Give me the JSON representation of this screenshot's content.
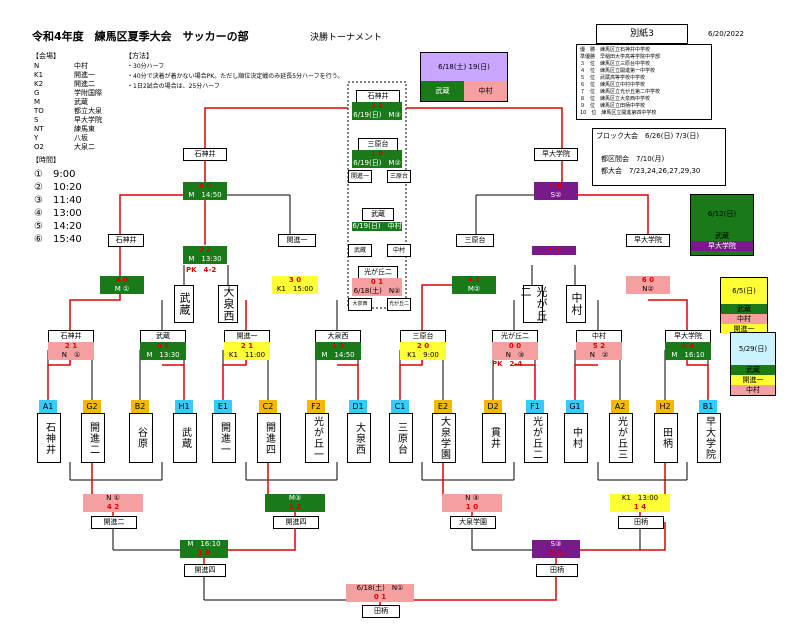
{
  "header": {
    "title": "令和4年度　練馬区夏季大会　サッカーの部",
    "subtitle": "決勝トーナメント",
    "attachment": "別紙3",
    "date": "6/20/2022"
  },
  "venues": {
    "heading": "【会場】",
    "items": [
      {
        "code": "N",
        "name": "中村"
      },
      {
        "code": "K1",
        "name": "開進一"
      },
      {
        "code": "K2",
        "name": "開進二"
      },
      {
        "code": "G",
        "name": "学附国際"
      },
      {
        "code": "M",
        "name": "武蔵"
      },
      {
        "code": "TO",
        "name": "都立大泉"
      },
      {
        "code": "S",
        "name": "早大学院"
      },
      {
        "code": "NT",
        "name": "練馬東"
      },
      {
        "code": "Y",
        "name": "八坂"
      },
      {
        "code": "O2",
        "name": "大泉二"
      }
    ]
  },
  "method": {
    "heading": "【方法】",
    "lines": [
      "・30分ハーフ",
      "・40分で決着が着かない場合PK。ただし順位決定戦のみ延長5分ハーフを行う。",
      "・1日2試合の場合は、25分ハーフ"
    ]
  },
  "times": {
    "heading": "【時間】",
    "items": [
      {
        "n": "①",
        "t": "9:00"
      },
      {
        "n": "②",
        "t": "10:20"
      },
      {
        "n": "③",
        "t": "11:40"
      },
      {
        "n": "④",
        "t": "13:00"
      },
      {
        "n": "⑤",
        "t": "14:20"
      },
      {
        "n": "⑥",
        "t": "15:40"
      }
    ]
  },
  "rankings": {
    "lines": [
      "優　勝　練馬区立石神井中学校",
      "準優勝　早稲田大学高等学院中学部",
      "３　位　練馬区立三原台中学校",
      "４　位　練馬区立開進第一中学校",
      "５　位　武蔵高等学校中学校",
      "６　位　練馬区立中村中学校",
      "７　位　練馬区立光が丘第二中学校",
      "８　位　練馬区立大泉西中学校",
      "９　位　練馬区立田柄中学校",
      "10　位　練馬区立開進第四中学校"
    ]
  },
  "schedule": {
    "block": "ブロック大会　6/26(日)  7/3(日)",
    "ward": "都区間会　7/10(月)",
    "metro": "都大会　7/23,24,26,27,29,30"
  },
  "legend": {
    "final_date": "6/18(土)  19(日)",
    "final_left": "武蔵",
    "final_right": "中村",
    "d612": "6/12(日)",
    "d612_a": "武蔵",
    "d612_b": "早大学院",
    "d65": "6/5(日)",
    "d65_a": "武蔵",
    "d65_b": "中村",
    "d65_c": "開進一",
    "d529": "5/29(日)",
    "d529_a": "武蔵",
    "d529_b": "開進一",
    "d529_c": "中村"
  },
  "teams": [
    {
      "seed": "A1",
      "name": "石神井",
      "color": "#33ccff"
    },
    {
      "seed": "G2",
      "name": "開進二",
      "color": "#f5b800"
    },
    {
      "seed": "B2",
      "name": "谷原",
      "color": "#f5b800"
    },
    {
      "seed": "H1",
      "name": "武蔵",
      "color": "#33ccff"
    },
    {
      "seed": "E1",
      "name": "開進一",
      "color": "#33ccff"
    },
    {
      "seed": "C2",
      "name": "開進四",
      "color": "#f5b800"
    },
    {
      "seed": "F2",
      "name": "光が丘一",
      "color": "#f5b800"
    },
    {
      "seed": "D1",
      "name": "大泉西",
      "color": "#33ccff"
    },
    {
      "seed": "C1",
      "name": "三原台",
      "color": "#33ccff"
    },
    {
      "seed": "E2",
      "name": "大泉学園",
      "color": "#f5b800"
    },
    {
      "seed": "D2",
      "name": "貫井",
      "color": "#f5b800"
    },
    {
      "seed": "F1",
      "name": "光が丘二",
      "color": "#33ccff"
    },
    {
      "seed": "G1",
      "name": "中村",
      "color": "#33ccff"
    },
    {
      "seed": "A2",
      "name": "光が丘三",
      "color": "#f5b800"
    },
    {
      "seed": "H2",
      "name": "田柄",
      "color": "#f5b800"
    },
    {
      "seed": "B1",
      "name": "早大学院",
      "color": "#33ccff"
    }
  ],
  "r1": [
    {
      "winner": "石神井",
      "score": "2 1",
      "info": "N　①",
      "color": "#f4a0a0"
    },
    {
      "winner": "武蔵",
      "score": "0 5",
      "info": "M　13:30",
      "color": "#1a7a1a"
    },
    {
      "winner": "開進一",
      "score": "2 1",
      "info": "K1　11:00",
      "color": "#ffff33"
    },
    {
      "winner": "大泉西",
      "score": "1 3",
      "info": "M　14:50",
      "color": "#1a7a1a"
    },
    {
      "winner": "三原台",
      "score": "2 0",
      "info": "K1　9:00",
      "color": "#ffff33"
    },
    {
      "winner": "光が丘二",
      "score": "0 0",
      "info": "N　③",
      "color": "#f4a0a0",
      "pk": "PK　2-4"
    },
    {
      "winner": "中村",
      "score": "5 2",
      "info": "N　②",
      "color": "#f4a0a0"
    },
    {
      "winner": "早大学院",
      "score": "0 4",
      "info": "M　16:10",
      "color": "#1a7a1a"
    }
  ],
  "r2": [
    {
      "info": "M ①",
      "score": "4 0",
      "color": "#f4a0a0"
    },
    {
      "info": "M　13:30",
      "score": "2 2",
      "color": "#1a7a1a",
      "pk": "PK　4-2"
    },
    {
      "info": "K1　15:00",
      "score": "3 0",
      "color": "#ffff33"
    },
    {
      "info": "M②",
      "score": "4 1",
      "color": "#1a7a1a"
    },
    {
      "info": "",
      "score": "1 1",
      "color": "#7a1a8a"
    },
    {
      "info": "N②",
      "score": "6 0",
      "color": "#f4a0a0"
    }
  ],
  "r2_labels": [
    "石神井",
    "関進一",
    "三原台",
    "早大学院"
  ],
  "r2_vertical": [
    "武蔵",
    "大泉西",
    "光が丘二",
    "中村"
  ],
  "r3": [
    {
      "info": "M　14:50",
      "score": "4 0",
      "color": "#1a7a1a"
    },
    {
      "info": "S②",
      "score": "0 4",
      "color": "#7a1a8a"
    }
  ],
  "r3_labels": [
    "石神井",
    "早大学院"
  ],
  "sf": {
    "label": "石神井",
    "info": "6/19(日)　M③",
    "score": "2 1",
    "third": "三原台",
    "third_info": "6/19(日)　M②",
    "third_score": "1 0",
    "third_left": "開進一",
    "third_right": "三原台",
    "fifth": "武蔵",
    "fifth_info": "6/19(日)　中村",
    "fifth_left": "武蔵",
    "fifth_right": "中村",
    "seventh": "光が丘二",
    "seventh_info": "6/18(土)　N②",
    "seventh_score": "0 1",
    "seventh_left": "大泉西",
    "seventh_right": "光が丘二"
  },
  "consolation": [
    {
      "info": "N ①",
      "score": "4 2",
      "color": "#f4a0a0",
      "winner": "開進二"
    },
    {
      "info": "M③",
      "score": "1 2",
      "color": "#1a7a1a",
      "winner": "開進四"
    },
    {
      "info": "N ③",
      "score": "1 0",
      "color": "#f4a0a0",
      "winner": "大泉学園"
    },
    {
      "info": "K1　13:00",
      "score": "1 4",
      "color": "#ffff33",
      "winner": "田柄"
    }
  ],
  "consol2": [
    {
      "info": "M　16:10",
      "score": "1 0",
      "color": "#1a7a1a",
      "winner": "開進四"
    },
    {
      "info": "S③",
      "score": "0 1",
      "color": "#7a1a8a",
      "winner": "田柄"
    }
  ],
  "consol_final": {
    "info": "6/18(土)　N①",
    "score": "0 1",
    "color": "#f4a0a0",
    "winner": "田柄"
  }
}
